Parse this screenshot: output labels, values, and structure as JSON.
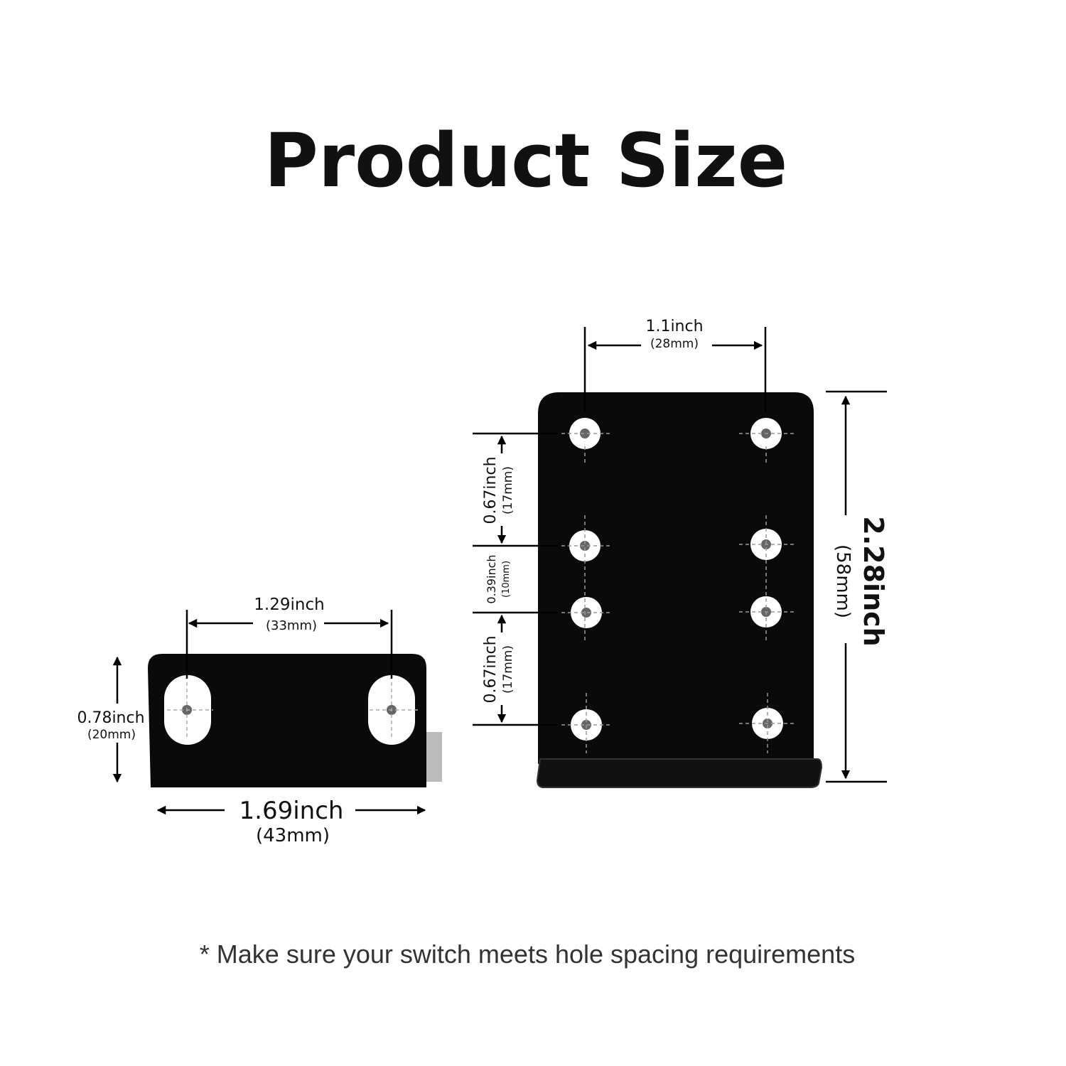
{
  "title": "Product Size",
  "footnote": "* Make sure your switch meets hole spacing requirements",
  "small_bracket": {
    "hole_spacing": {
      "inch": "1.29inch",
      "mm": "(33mm)"
    },
    "height": {
      "inch": "0.78inch",
      "mm": "(20mm)"
    },
    "width": {
      "inch": "1.69inch",
      "mm": "(43mm)"
    }
  },
  "large_bracket": {
    "hole_spacing": {
      "inch": "1.1inch",
      "mm": "(28mm)"
    },
    "height": {
      "inch": "2.28inch",
      "mm": "(58mm)"
    },
    "upper_gap": {
      "inch": "0.67inch",
      "mm": "(17mm)"
    },
    "middle_gap": {
      "inch": "0.39inch",
      "mm": "(10mm)"
    },
    "lower_gap": {
      "inch": "0.67inch",
      "mm": "(17mm)"
    }
  },
  "colors": {
    "bracket": "#0a0a0a",
    "background": "#ffffff",
    "text": "#111111"
  }
}
